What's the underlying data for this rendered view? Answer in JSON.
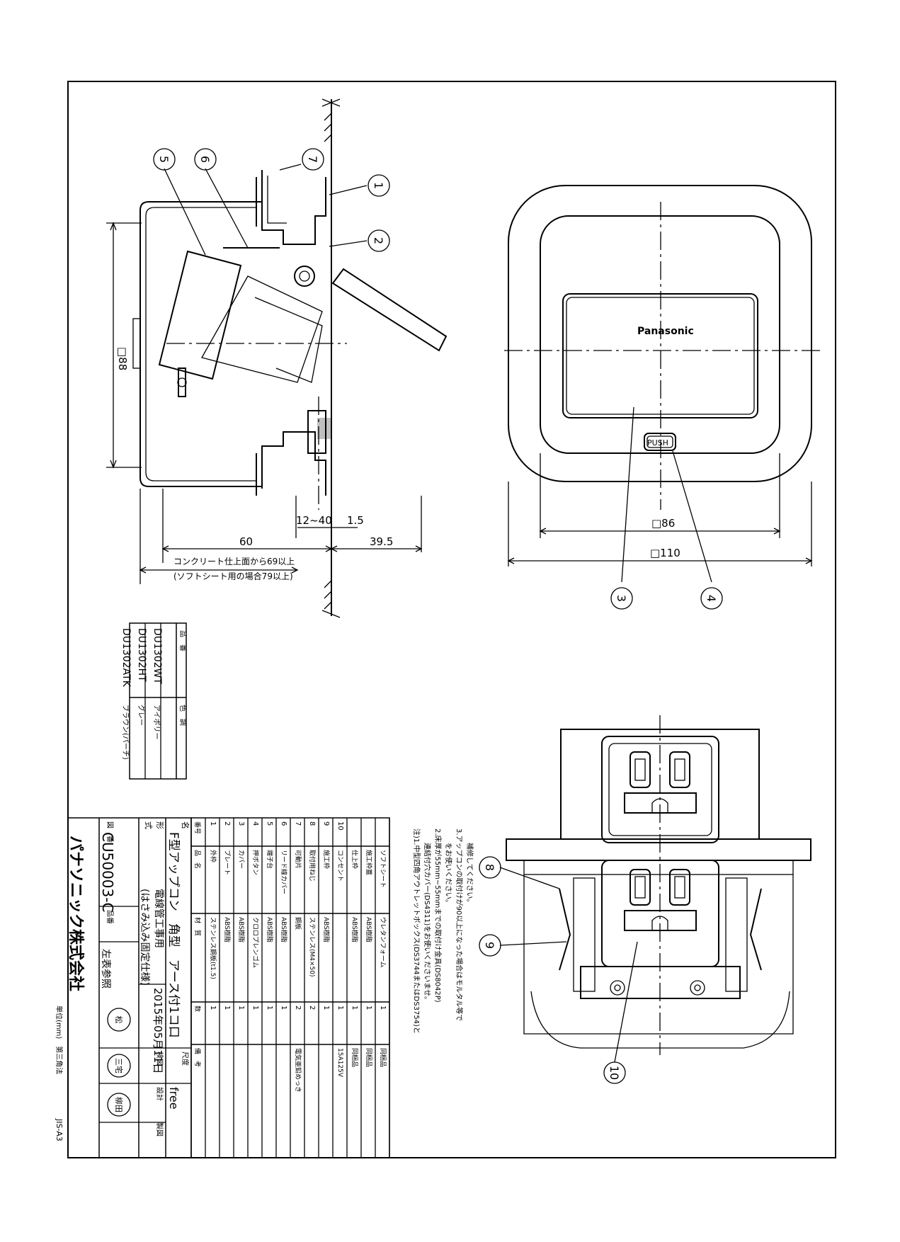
{
  "balloons": [
    "1",
    "2",
    "3",
    "4",
    "5",
    "6",
    "7",
    "8",
    "9",
    "10"
  ],
  "side_view": {
    "dim_height": "□88",
    "dim_range": "12~40",
    "dim_gap": "1.5",
    "dim_depth": "60",
    "dim_top": "39.5",
    "note_line1": "コンクリート仕上面から69以上",
    "note_line2": "(ソフトシート用の場合79以上)"
  },
  "front_view": {
    "brand": "Panasonic",
    "push_label": "PUSH",
    "dim_inner": "□86",
    "dim_outer": "□110"
  },
  "variant_table": {
    "headers": [
      "品　番",
      "色　調"
    ],
    "rows": [
      {
        "part": "DU1302WT",
        "color": "アイボリー"
      },
      {
        "part": "DU1302HT",
        "color": "グレー"
      },
      {
        "part": "DU1302ATK",
        "color": "ブラウン(パーチ)"
      }
    ]
  },
  "notes": [
    "注)1.中型四角アウトレットボックス(DS3744またはDS3754)と",
    "　　連結付穴カバー(DS4311)をお使いくださいませ。",
    "2.床厚が55mm~55mmまでの取付け金具(DS8042P)",
    "　　をお使いください。",
    "3.アップコンの取付けが90以上になった場合はモルタル等で",
    "　　補修してください。"
  ],
  "parts_table": {
    "headers": [
      "番号",
      "品　名",
      "材　質",
      "数",
      "備　考"
    ],
    "rows": [
      {
        "no": "",
        "name": "ソフトシート",
        "material": "ウレタンフォーム",
        "qty": "1",
        "remark": "同梱品"
      },
      {
        "no": "",
        "name": "施工枠蓋",
        "material": "ABS樹脂",
        "qty": "1",
        "remark": "同梱品"
      },
      {
        "no": "",
        "name": "仕上枠",
        "material": "ABS樹脂",
        "qty": "1",
        "remark": "同梱品"
      },
      {
        "no": "10",
        "name": "コンセント",
        "material": "",
        "qty": "1",
        "remark": "15A125V"
      },
      {
        "no": "9",
        "name": "施工枠",
        "material": "ABS樹脂",
        "qty": "1",
        "remark": ""
      },
      {
        "no": "8",
        "name": "取付用ねじ",
        "material": "ステンレス(M4×50)",
        "qty": "2",
        "remark": ""
      },
      {
        "no": "7",
        "name": "可動片",
        "material": "鋼板",
        "qty": "2",
        "remark": "電気亜鉛めっき"
      },
      {
        "no": "6",
        "name": "リード線カバー",
        "material": "ABS樹脂",
        "qty": "1",
        "remark": ""
      },
      {
        "no": "5",
        "name": "端子台",
        "material": "ABS樹脂",
        "qty": "1",
        "remark": ""
      },
      {
        "no": "4",
        "name": "押ボタン",
        "material": "クロロプレンゴム",
        "qty": "1",
        "remark": ""
      },
      {
        "no": "3",
        "name": "カバー",
        "material": "ABS樹脂",
        "qty": "1",
        "remark": ""
      },
      {
        "no": "2",
        "name": "プレート",
        "material": "ABS樹脂",
        "qty": "1",
        "remark": ""
      },
      {
        "no": "1",
        "name": "外枠",
        "material": "ステンレス鋼板(t1.5)",
        "qty": "1",
        "remark": ""
      }
    ]
  },
  "title_block": {
    "label_name": "名",
    "label_type": "形",
    "label_form": "式",
    "label_no": "図　番",
    "label_ref": "品番",
    "label_scale": "尺度",
    "label_date": "図",
    "product_name": "F型アップコン　角型　アース付1コ口",
    "type": "電線管工事用",
    "form": "(はさみ込み固定仕様)",
    "drawing_no": "CU50003-C",
    "part_ref": "左表参照",
    "scale": "free",
    "date": "2015年05月11日",
    "role_labels": [
      "検図",
      "設計",
      "製図"
    ],
    "stamps": [
      "松",
      "三宅",
      "柳田"
    ],
    "company": "パナソニック株式会社",
    "unit_note": "単位(mm)　第三角法",
    "sheet_size": "JIS-A3"
  }
}
